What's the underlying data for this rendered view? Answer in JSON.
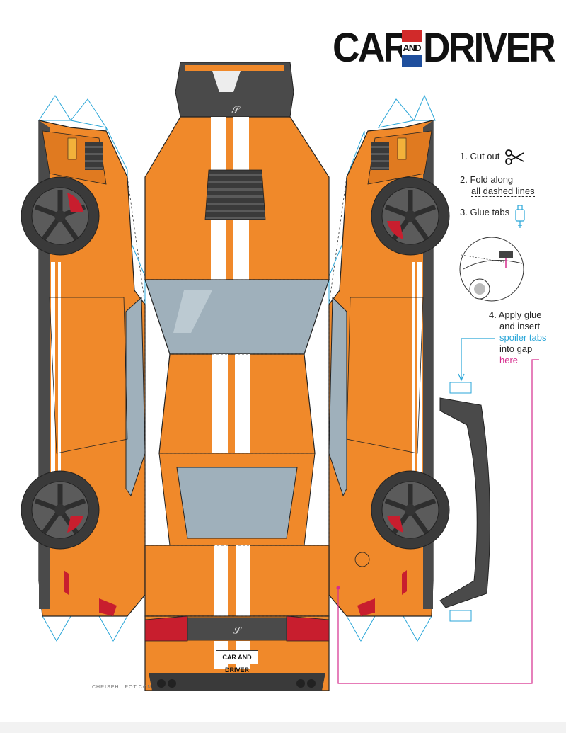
{
  "brand": {
    "car": "CAR",
    "and": "AND",
    "driver": "DRIVER"
  },
  "instructions": {
    "step1": "1. Cut out",
    "step2_line1": "2. Fold along",
    "step2_line2": "all dashed lines",
    "step3": "3. Glue tabs",
    "step4_line1": "4. Apply glue",
    "step4_line2": "and insert",
    "step4_line3": "spoiler tabs",
    "step4_line4": "into gap",
    "step4_line5": "here"
  },
  "plate": "CAR AND DRIVER",
  "credit": "CHRISPHILPOT.COM",
  "colors": {
    "body_orange": "#f0892a",
    "stripe": "#ffffff",
    "trim_gray": "#4a4a4a",
    "glass": "#9fb0bb",
    "tab_blue": "#2aa6d8",
    "callout_pink": "#d62d8e",
    "brake_red": "#c81e2e"
  }
}
